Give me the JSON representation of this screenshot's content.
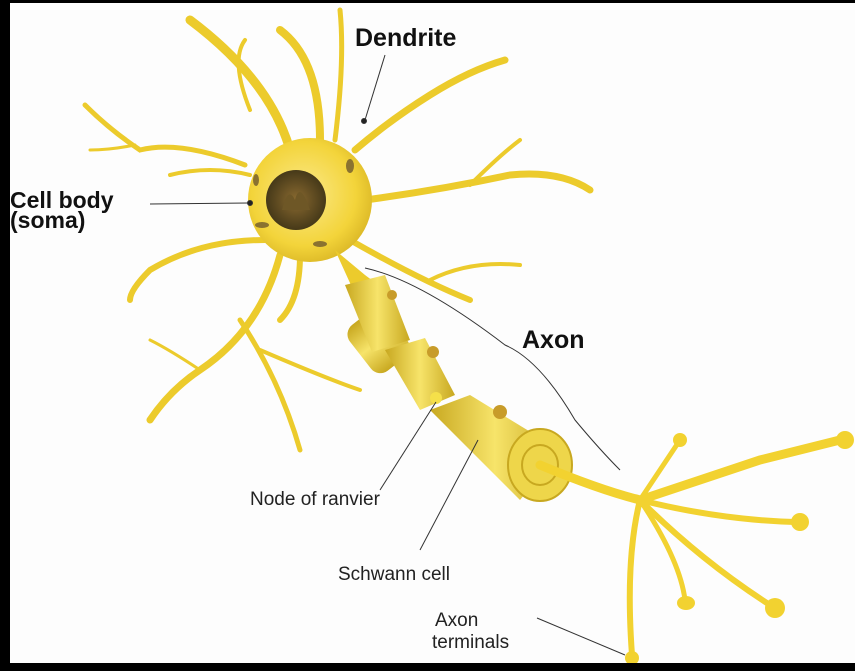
{
  "title": "Neuron anatomy",
  "labels": {
    "dendrite": "Dendrite",
    "cell_body_line1": "Cell body",
    "cell_body_line2": "(soma)",
    "axon": "Axon",
    "node_of_ranvier": "Node of  ranvier",
    "schwann_cell": "Schwann cell",
    "axon_terminals_line1": "Axon",
    "axon_terminals_line2": "terminals"
  },
  "colors": {
    "neuron": "#f2d230",
    "neuron_dark": "#c9a61a",
    "nucleus": "#5a4a22",
    "background": "#fdfdfd",
    "frame": "#000000"
  }
}
